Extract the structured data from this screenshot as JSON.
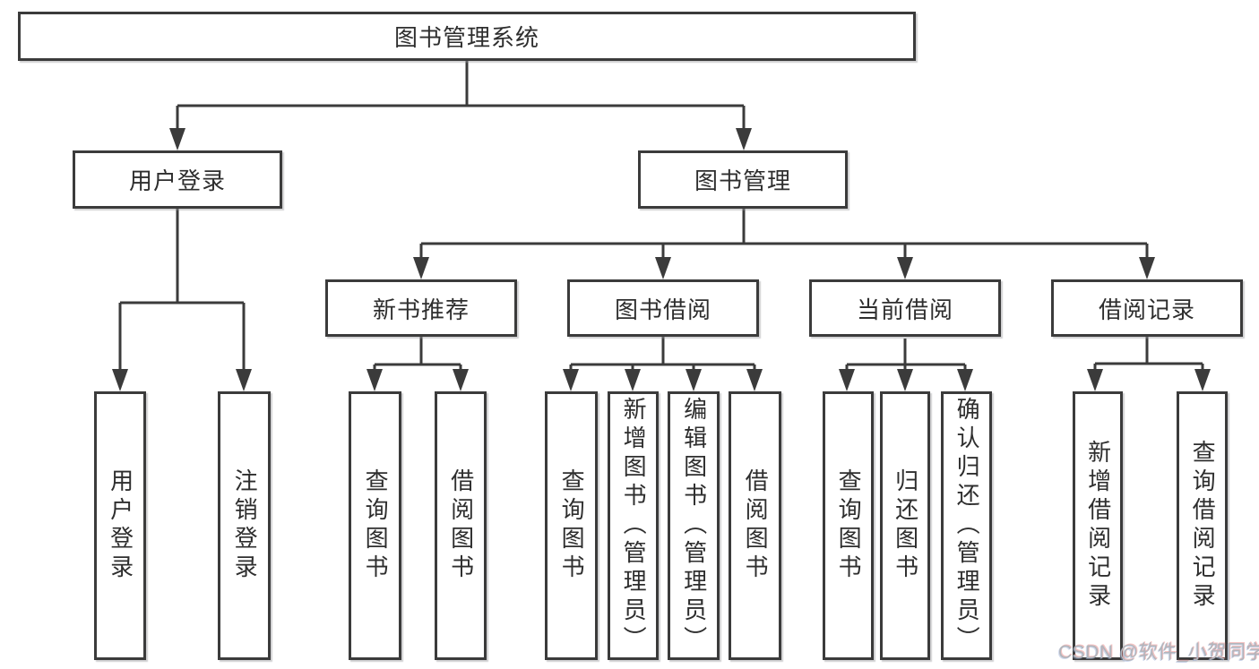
{
  "diagram": {
    "root": {
      "label": "图书管理系统"
    },
    "branches": [
      {
        "label": "用户登录",
        "children": [
          {
            "label": "用户登录"
          },
          {
            "label": "注销登录"
          }
        ]
      },
      {
        "label": "图书管理",
        "children": [
          {
            "label": "新书推荐",
            "children": [
              {
                "label": "查询图书"
              },
              {
                "label": "借阅图书"
              }
            ]
          },
          {
            "label": "图书借阅",
            "children": [
              {
                "label": "查询图书"
              },
              {
                "label": "新增图书（管理员）"
              },
              {
                "label": "编辑图书（管理员）"
              },
              {
                "label": "借阅图书"
              }
            ]
          },
          {
            "label": "当前借阅",
            "children": [
              {
                "label": "查询图书"
              },
              {
                "label": "归还图书"
              },
              {
                "label": "确认归还（管理员）"
              }
            ]
          },
          {
            "label": "借阅记录",
            "children": [
              {
                "label": "新增借阅记录"
              },
              {
                "label": "查询借阅记录"
              }
            ]
          }
        ]
      }
    ]
  },
  "watermark": {
    "text": "CSDN @软件_小贺同学"
  },
  "colors": {
    "line": "#3b3b3b",
    "text": "#2e2e2e",
    "background": "#ffffff",
    "watermark": "#b2b5bb"
  }
}
